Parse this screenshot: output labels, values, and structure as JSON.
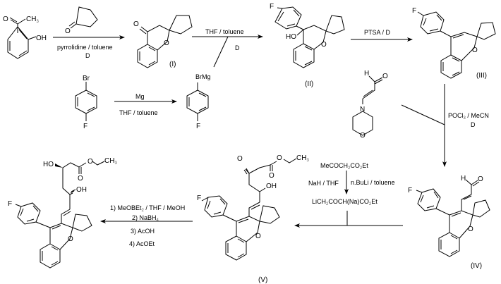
{
  "title": "Synthesis scheme of spirochromene statin analogue",
  "compounds": {
    "start": {
      "acetyl_o": "O",
      "acetyl_ch3": "CH",
      "ch3_sub": "3",
      "oh": "OH"
    },
    "cyclopentanone": {
      "o": "O"
    },
    "c1": {
      "o_keto": "O",
      "o_ring": "O",
      "label": "(I)"
    },
    "c2": {
      "f": "F",
      "ho": "HO",
      "o_ring": "O",
      "label": "(II)"
    },
    "c3": {
      "f": "F",
      "o_ring": "O",
      "label": "(III)"
    },
    "bromofluorobenzene": {
      "br": "Br",
      "f": "F"
    },
    "grignard": {
      "brmg": "BrMg",
      "f": "F"
    },
    "enaminal": {
      "h": "H",
      "o": "O",
      "n": "N",
      "o_morph": "O"
    },
    "c4": {
      "h": "H",
      "o": "O",
      "f": "F",
      "o_ring": "O",
      "label": "(IV)"
    },
    "c5": {
      "o_keto": "O",
      "o_ester": "O",
      "o_carbonyl": "O",
      "ch3": "CH",
      "ch3_sub": "3",
      "oh": "OH",
      "f": "F",
      "o_ring": "O",
      "label": "(V)"
    },
    "final": {
      "ho": "HO",
      "oh": "OH",
      "o_ester": "O",
      "o_carbonyl": "O",
      "ch3": "CH",
      "ch3_sub": "3",
      "f": "F",
      "o_ring": "O"
    }
  },
  "reagents": {
    "step1": {
      "above": "",
      "below1": "pyrrolidine / toluene",
      "below2": "D"
    },
    "step2": {
      "above": "THF / toluene",
      "below": "D"
    },
    "step3": {
      "above": "PTSA / D"
    },
    "grignard_formation": {
      "above": "Mg",
      "below": "THF / toluene"
    },
    "step4": {
      "line1_a": "POCl",
      "line1_sub": "3",
      "line1_b": " / MeCN",
      "line2": "D"
    },
    "dianion": {
      "start_a": "MeCOCH",
      "start_sub1": "2",
      "start_b": "CO",
      "start_sub2": "2",
      "start_c": "Et",
      "left": "NaH / THF",
      "right": "n.BuLi / toluene",
      "product_a": "LiCH",
      "product_sub1": "2",
      "product_b": "COCH(Na)CO",
      "product_sub2": "2",
      "product_c": "Et"
    },
    "step6": {
      "line1_a": "1) MeOBEt",
      "line1_sub": "2",
      "line1_b": " / THF / MeOH",
      "line2_a": "2) NaBH",
      "line2_sub": "4",
      "line3": "3) AcOH",
      "line4": "4) AcOEt"
    }
  }
}
